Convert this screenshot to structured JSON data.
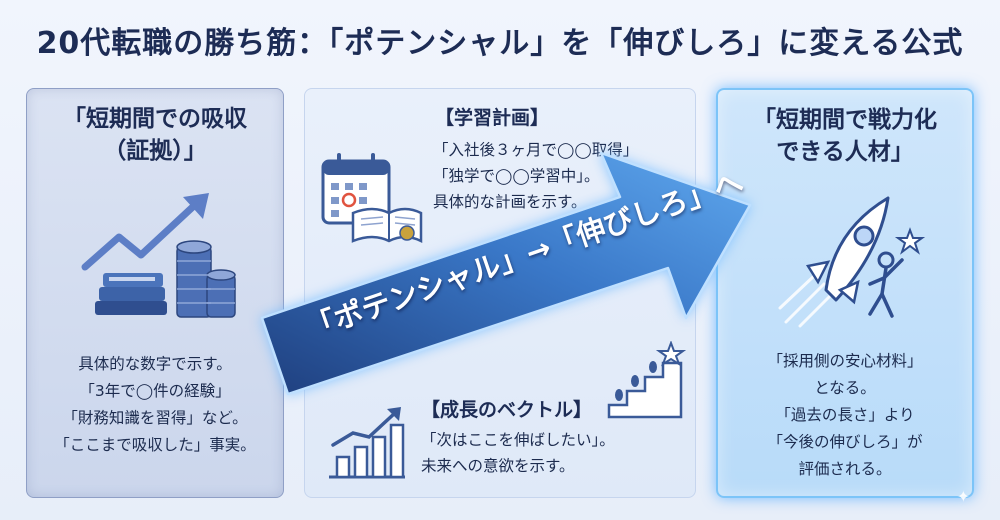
{
  "title": "20代転職の勝ち筋：「ポテンシャル」を「伸びしろ」に変える公式",
  "left_panel": {
    "title_lines": [
      "「短期間での吸収",
      "（証拠）」"
    ],
    "body_lines": [
      "具体的な数字で示す。",
      "「3年で◯件の経験」",
      "「財務知識を習得」など。",
      "「ここまで吸収した」事実。"
    ],
    "icon": "growth-chart-books-coins-icon"
  },
  "middle_panel": {
    "section1": {
      "heading": "【学習計画】",
      "lines": [
        "「入社後３ヶ月で◯◯取得」",
        "「独学で◯◯学習中」。",
        "具体的な計画を示す。"
      ],
      "icon": "calendar-book-certificate-icon"
    },
    "section2": {
      "heading": "【成長のベクトル】",
      "lines": [
        "「次はここを伸ばしたい」。",
        "未来への意欲を示す。"
      ],
      "icons": [
        "stairs-footprints-star-icon",
        "rising-bar-chart-icon"
      ]
    }
  },
  "arrow": {
    "label": "「ポテンシャル」→「伸びしろ」へ"
  },
  "right_panel": {
    "title_lines": [
      "「短期間で戦力化",
      "できる人材」"
    ],
    "body_lines": [
      "「採用側の安心材料」",
      "となる。",
      "「過去の長さ」より",
      "「今後の伸びしろ」が",
      "評価される。"
    ],
    "icon": "rocket-person-star-icon"
  },
  "colors": {
    "title": "#1d2c55",
    "arrow_dark": "#1f3f7e",
    "arrow_light": "#5fa8ee",
    "right_glow": "#7cc4f8"
  }
}
